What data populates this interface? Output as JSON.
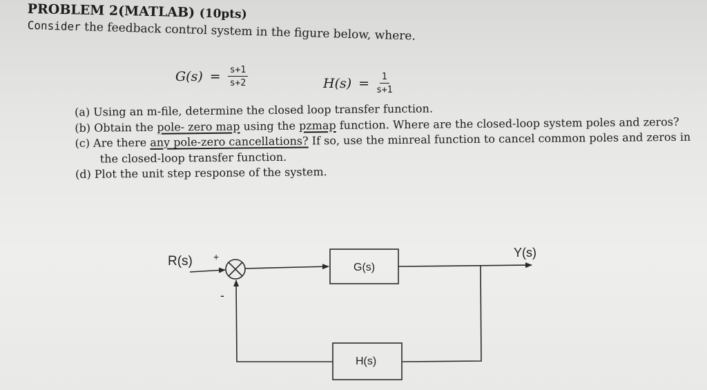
{
  "problem": {
    "title": "PROBLEM 2(MATLAB)",
    "points": "(10pts)",
    "intro_prefix": "Consider",
    "intro_rest": "the feedback control system in the figure below, where."
  },
  "equations": {
    "g_lhs": "G(s)",
    "g_num": "s+1",
    "g_den": "s+2",
    "h_lhs": "H(s)",
    "h_num": "1",
    "h_den": "s+1",
    "equals": "="
  },
  "questions": {
    "a": "(a) Using an m-file, determine the closed loop transfer function.",
    "b_pre": "(b) Obtain the ",
    "b_ul1": "pole- zero map",
    "b_mid": " using the ",
    "b_ul2": "pzmap",
    "b_post": " function. Where are the closed-loop system poles and zeros?",
    "c_pre": "(c) Are there ",
    "c_ul": "any pole-zero cancellations?",
    "c_post": " If so, use the minreal function to cancel common poles and zeros in",
    "c_cont": "the closed-loop transfer function.",
    "d": "(d) Plot the unit step response of the system."
  },
  "diagram": {
    "input_label": "R(s)",
    "output_label": "Y(s)",
    "plus_sign": "+",
    "minus_sign": "-",
    "forward_block": "G(s)",
    "feedback_block": "H(s)"
  }
}
